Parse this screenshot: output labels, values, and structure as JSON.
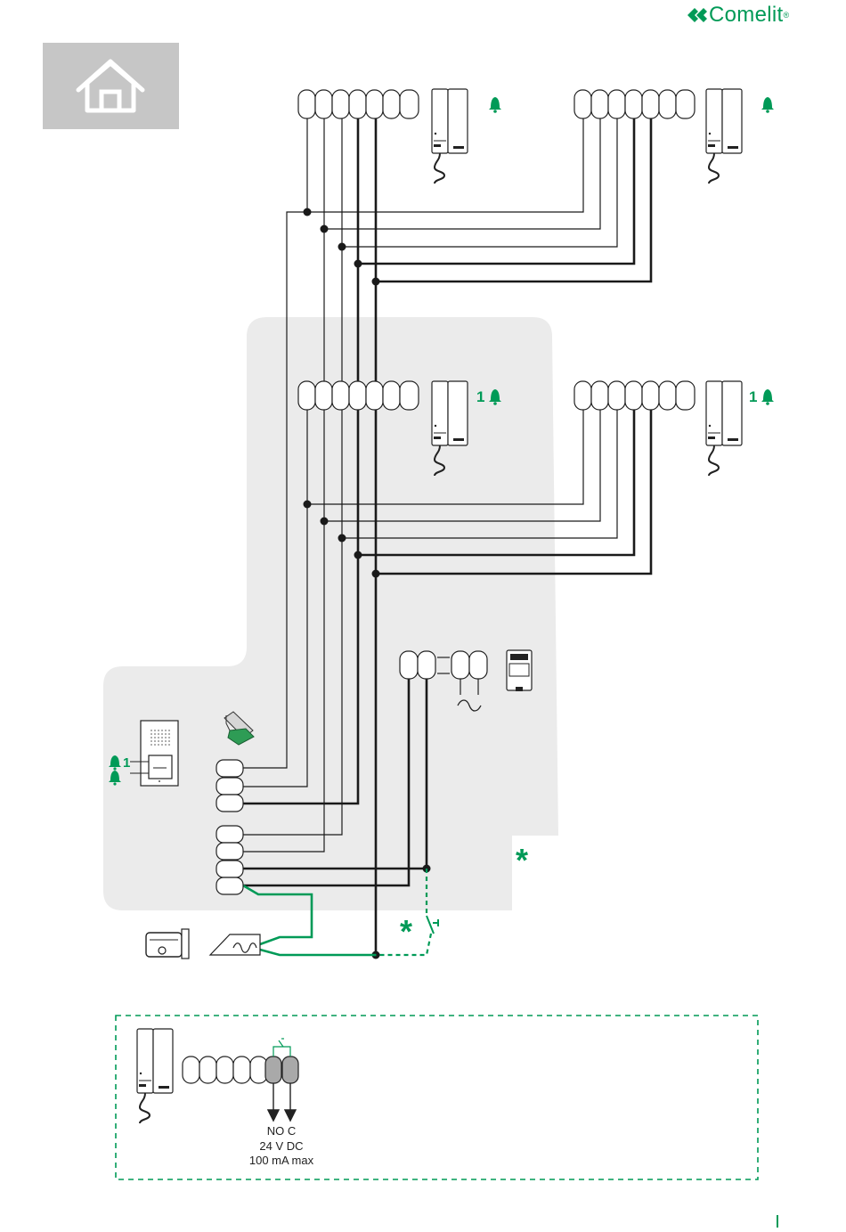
{
  "brand": {
    "name": "Comelit",
    "reg_mark": "®",
    "color": "#009a57"
  },
  "nav": {
    "home_icon": "home-icon"
  },
  "colors": {
    "accent_green": "#009a57",
    "panel_gray": "#ebebeb",
    "tile_gray": "#c6c6c6",
    "wire": "#1a1a1a"
  },
  "monitors": {
    "upper_left_label": "",
    "upper_right_label": "",
    "lower_left_label": "1",
    "lower_right_label": "1"
  },
  "door_panel": {
    "call_label": "1"
  },
  "power_supply": {
    "ac_symbol": "~"
  },
  "legend": {
    "asterisk": "*"
  },
  "detail": {
    "contact_label": "NO C",
    "voltage": "24 V DC",
    "current": "100 mA max"
  }
}
